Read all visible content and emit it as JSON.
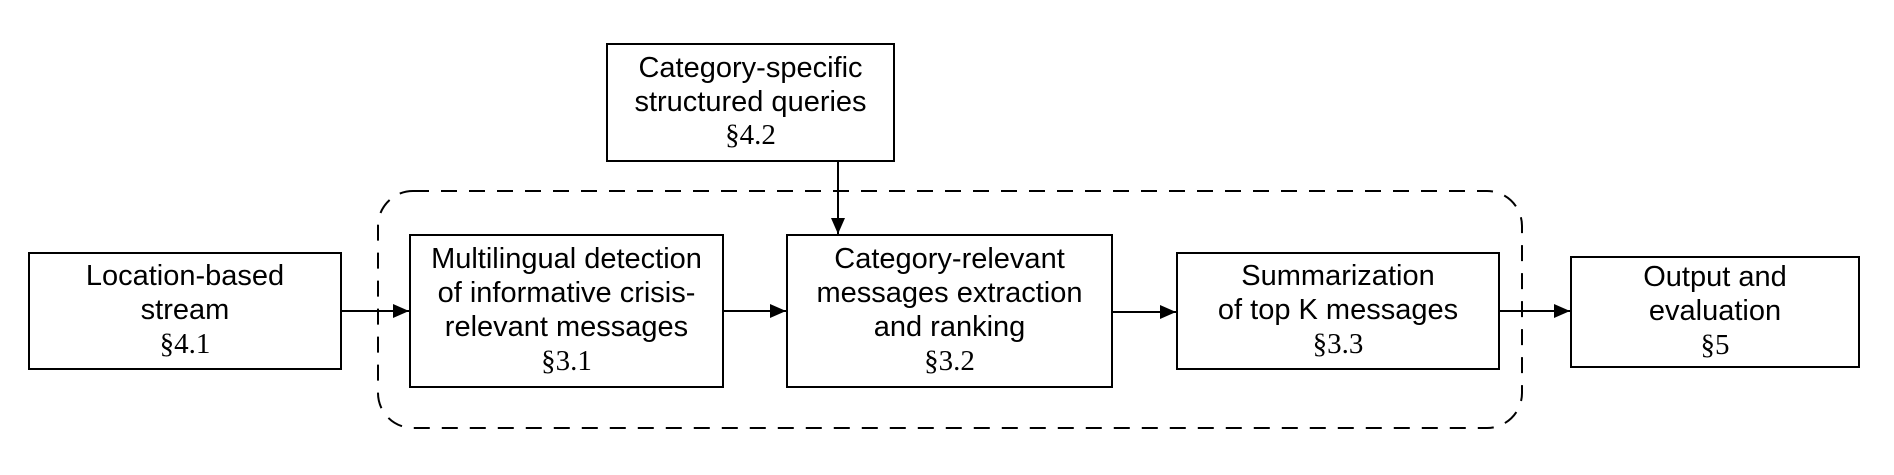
{
  "diagram": {
    "background_color": "#ffffff",
    "stroke_color": "#000000",
    "nodes": [
      {
        "id": "category-specific-structured-queries",
        "label": "Category-specific\nstructured queries",
        "section": "§4.2"
      },
      {
        "id": "location-based-stream",
        "label": "Location-based\nstream",
        "section": "§4.1"
      },
      {
        "id": "multilingual-detection",
        "label": "Multilingual detection\nof informative crisis-\nrelevant messages",
        "section": "§3.1"
      },
      {
        "id": "category-relevant-extraction",
        "label": "Category-relevant\nmessages extraction\nand ranking",
        "section": "§3.2"
      },
      {
        "id": "summarization-top-k",
        "label": "Summarization\nof top K messages",
        "section": "§3.3"
      },
      {
        "id": "output-evaluation",
        "label": "Output and\nevaluation",
        "section": "§5"
      }
    ],
    "edges": [
      {
        "from": "location-based-stream",
        "to": "multilingual-detection"
      },
      {
        "from": "multilingual-detection",
        "to": "category-relevant-extraction"
      },
      {
        "from": "category-specific-structured-queries",
        "to": "category-relevant-extraction"
      },
      {
        "from": "category-relevant-extraction",
        "to": "summarization-top-k"
      },
      {
        "from": "summarization-top-k",
        "to": "output-evaluation"
      }
    ],
    "container": {
      "contains": [
        "multilingual-detection",
        "category-relevant-extraction",
        "summarization-top-k"
      ],
      "style": "dashed"
    }
  }
}
